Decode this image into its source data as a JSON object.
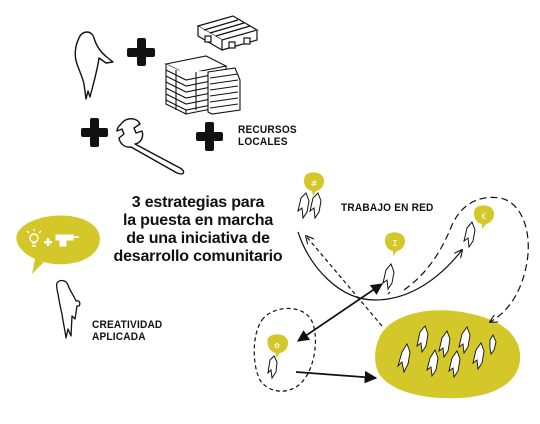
{
  "diagram": {
    "title_lines": [
      "3 estrategias para",
      "la puesta en marcha",
      "de una iniciativa de",
      "desarrollo comunitario"
    ],
    "strategies": [
      {
        "key": "recursos",
        "lines": [
          "RECURSOS",
          "LOCALES"
        ]
      },
      {
        "key": "trabajo",
        "lines": [
          "TRABAJO EN RED"
        ]
      },
      {
        "key": "creatividad",
        "lines": [
          "CREATIVIDAD",
          "APLICADA"
        ]
      }
    ],
    "icons": [
      "person-icon",
      "plus-icon",
      "pallet-icon",
      "pallet-stack-icon",
      "wrench-icon",
      "speech-bubble-icon",
      "idea-bulb-icon",
      "drill-icon"
    ],
    "colors": {
      "accent": "#d4c72a",
      "ink": "#111111"
    }
  }
}
